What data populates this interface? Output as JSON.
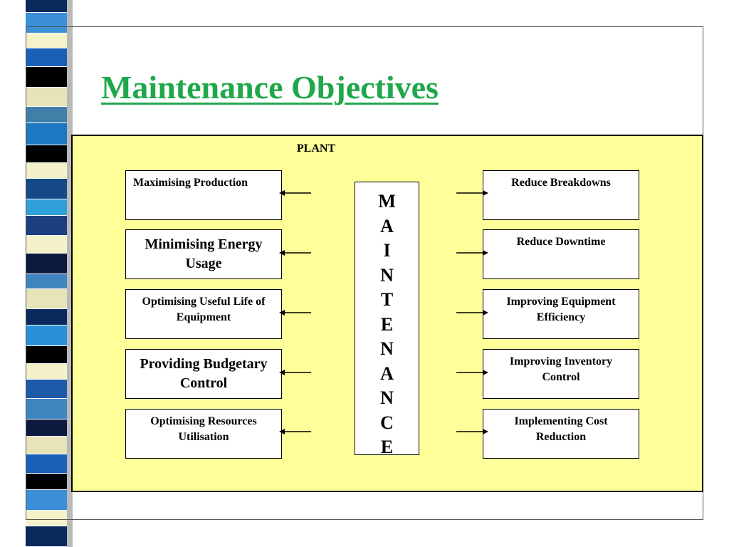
{
  "slide": {
    "title": "Maintenance Objectives",
    "stripe_colors": [
      "#0a2a5e",
      "#3a8fd8",
      "#f4f2c8",
      "#1a5fb8",
      "#000000",
      "#e6e4b8",
      "#3f7fa8",
      "#1c78c0",
      "#000000",
      "#f4f2c8",
      "#154a86",
      "#2fa0d8",
      "#1c3f80",
      "#f4f2c8",
      "#0c1a40",
      "#3f86c0",
      "#e6e4b8",
      "#0a2a5e",
      "#2a90d8",
      "#000000",
      "#f4f2c8",
      "#1c5aa8",
      "#3f86c0",
      "#0c1a40",
      "#e6e4b8",
      "#1a5fb8",
      "#000000",
      "#3a8fd8",
      "#f4f2c8",
      "#0a2a5e"
    ]
  },
  "diagram": {
    "plant_label": "PLANT",
    "center_letters": [
      "M",
      "A",
      "I",
      "N",
      "T",
      "E",
      "N",
      "A",
      "N",
      "C",
      "E"
    ],
    "left_boxes": [
      {
        "text": "Maximising Production"
      },
      {
        "text": "Minimising Energy Usage"
      },
      {
        "text": "Optimising Useful Life of Equipment"
      },
      {
        "text": "Providing Budgetary Control"
      },
      {
        "text": "Optimising Resources Utilisation"
      }
    ],
    "right_boxes": [
      {
        "text": "Reduce Breakdowns"
      },
      {
        "text": "Reduce Downtime"
      },
      {
        "text": "Improving Equipment Efficiency"
      },
      {
        "text": "Improving Inventory Control"
      },
      {
        "text": "Implementing Cost Reduction"
      }
    ]
  }
}
